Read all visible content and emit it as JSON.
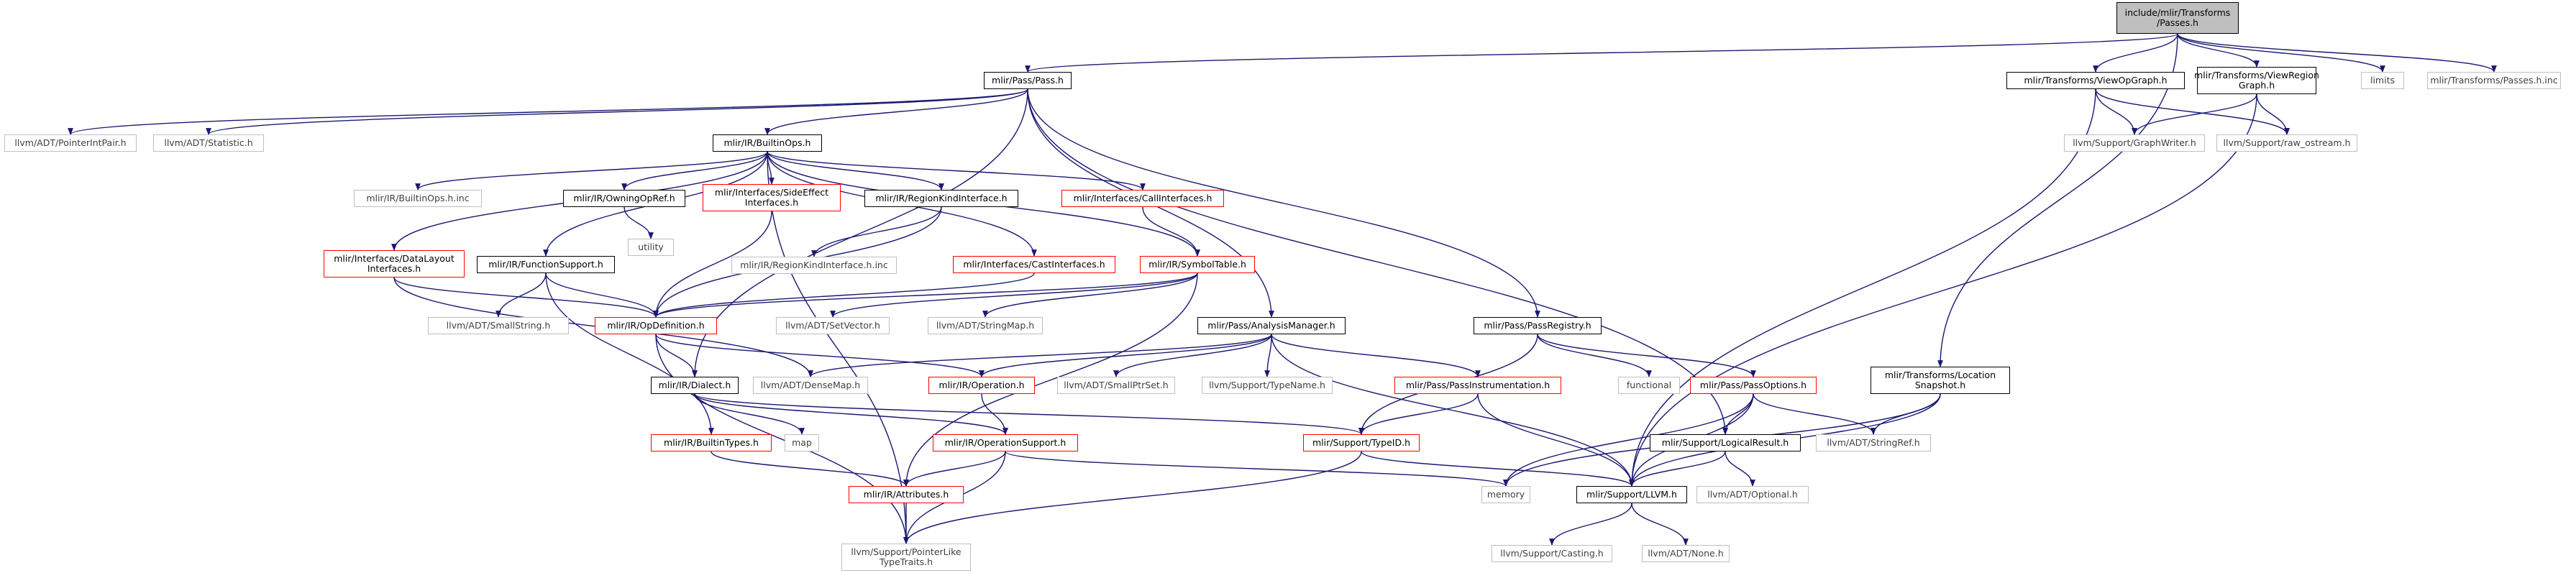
{
  "colors": {
    "edge": "#191970",
    "edge_gray": "#a0a0a0",
    "red_border": "#ff0000",
    "gray_border": "#bfbfbf",
    "root_fill": "#bfbfbf"
  },
  "nodes": [
    {
      "id": "passes_h",
      "label": "include/mlir/Transforms\n/Passes.h",
      "style": "root"
    },
    {
      "id": "pass_h",
      "label": "mlir/Pass/Pass.h",
      "style": "black"
    },
    {
      "id": "viewopgraph",
      "label": "mlir/Transforms/ViewOpGraph.h",
      "style": "black"
    },
    {
      "id": "viewregiongraph",
      "label": "mlir/Transforms/ViewRegion\nGraph.h",
      "style": "black"
    },
    {
      "id": "limits",
      "label": "limits",
      "style": "gray"
    },
    {
      "id": "passes_inc",
      "label": "mlir/Transforms/Passes.h.inc",
      "style": "gray"
    },
    {
      "id": "pointerintpair",
      "label": "llvm/ADT/PointerIntPair.h",
      "style": "gray"
    },
    {
      "id": "statistic",
      "label": "llvm/ADT/Statistic.h",
      "style": "gray"
    },
    {
      "id": "builtinops",
      "label": "mlir/IR/BuiltinOps.h",
      "style": "black"
    },
    {
      "id": "graphwriter",
      "label": "llvm/Support/GraphWriter.h",
      "style": "gray"
    },
    {
      "id": "raw_ostream",
      "label": "llvm/Support/raw_ostream.h",
      "style": "gray"
    },
    {
      "id": "builtinops_inc",
      "label": "mlir/IR/BuiltinOps.h.inc",
      "style": "gray"
    },
    {
      "id": "owningopref",
      "label": "mlir/IR/OwningOpRef.h",
      "style": "black"
    },
    {
      "id": "sideeffect",
      "label": "mlir/Interfaces/SideEffect\nInterfaces.h",
      "style": "red"
    },
    {
      "id": "regionkind",
      "label": "mlir/IR/RegionKindInterface.h",
      "style": "black"
    },
    {
      "id": "callinterfaces",
      "label": "mlir/Interfaces/CallInterfaces.h",
      "style": "red"
    },
    {
      "id": "utility",
      "label": "utility",
      "style": "gray"
    },
    {
      "id": "regionkind_inc",
      "label": "mlir/IR/RegionKindInterface.h.inc",
      "style": "gray"
    },
    {
      "id": "datalayout",
      "label": "mlir/Interfaces/DataLayout\nInterfaces.h",
      "style": "red"
    },
    {
      "id": "functionsupport",
      "label": "mlir/IR/FunctionSupport.h",
      "style": "black"
    },
    {
      "id": "castinterfaces",
      "label": "mlir/Interfaces/CastInterfaces.h",
      "style": "red"
    },
    {
      "id": "symboltable",
      "label": "mlir/IR/SymbolTable.h",
      "style": "red"
    },
    {
      "id": "smallstring",
      "label": "llvm/ADT/SmallString.h",
      "style": "gray"
    },
    {
      "id": "opdefinition",
      "label": "mlir/IR/OpDefinition.h",
      "style": "red"
    },
    {
      "id": "setvector",
      "label": "llvm/ADT/SetVector.h",
      "style": "gray"
    },
    {
      "id": "stringmap",
      "label": "llvm/ADT/StringMap.h",
      "style": "gray"
    },
    {
      "id": "analysismanager",
      "label": "mlir/Pass/AnalysisManager.h",
      "style": "black"
    },
    {
      "id": "passregistry",
      "label": "mlir/Pass/PassRegistry.h",
      "style": "black"
    },
    {
      "id": "dialect",
      "label": "mlir/IR/Dialect.h",
      "style": "black"
    },
    {
      "id": "densemap",
      "label": "llvm/ADT/DenseMap.h",
      "style": "gray"
    },
    {
      "id": "operation",
      "label": "mlir/IR/Operation.h",
      "style": "red"
    },
    {
      "id": "smallptrset",
      "label": "llvm/ADT/SmallPtrSet.h",
      "style": "gray"
    },
    {
      "id": "typename",
      "label": "llvm/Support/TypeName.h",
      "style": "gray"
    },
    {
      "id": "passinstrumentation",
      "label": "mlir/Pass/PassInstrumentation.h",
      "style": "red"
    },
    {
      "id": "functional",
      "label": "functional",
      "style": "gray"
    },
    {
      "id": "passoptions",
      "label": "mlir/Pass/PassOptions.h",
      "style": "red"
    },
    {
      "id": "locationsnapshot",
      "label": "mlir/Transforms/Location\nSnapshot.h",
      "style": "black"
    },
    {
      "id": "map",
      "label": "map",
      "style": "gray"
    },
    {
      "id": "builtintypes",
      "label": "mlir/IR/BuiltinTypes.h",
      "style": "red"
    },
    {
      "id": "operationsupport",
      "label": "mlir/IR/OperationSupport.h",
      "style": "red"
    },
    {
      "id": "typeid",
      "label": "mlir/Support/TypeID.h",
      "style": "red"
    },
    {
      "id": "logicalresult",
      "label": "mlir/Support/LogicalResult.h",
      "style": "black"
    },
    {
      "id": "stringref",
      "label": "llvm/ADT/StringRef.h",
      "style": "gray"
    },
    {
      "id": "attributes",
      "label": "mlir/IR/Attributes.h",
      "style": "red"
    },
    {
      "id": "memory",
      "label": "memory",
      "style": "gray"
    },
    {
      "id": "llvm_h",
      "label": "mlir/Support/LLVM.h",
      "style": "black"
    },
    {
      "id": "optional",
      "label": "llvm/ADT/Optional.h",
      "style": "gray"
    },
    {
      "id": "pointerlike",
      "label": "llvm/Support/PointerLike\nTypeTraits.h",
      "style": "gray"
    },
    {
      "id": "casting",
      "label": "llvm/Support/Casting.h",
      "style": "gray"
    },
    {
      "id": "none",
      "label": "llvm/ADT/None.h",
      "style": "gray"
    }
  ],
  "edges": [
    [
      "passes_h",
      "pass_h"
    ],
    [
      "passes_h",
      "viewopgraph"
    ],
    [
      "passes_h",
      "viewregiongraph"
    ],
    [
      "passes_h",
      "limits"
    ],
    [
      "passes_h",
      "passes_inc"
    ],
    [
      "passes_h",
      "locationsnapshot"
    ],
    [
      "pass_h",
      "pointerintpair"
    ],
    [
      "pass_h",
      "statistic"
    ],
    [
      "pass_h",
      "builtinops"
    ],
    [
      "pass_h",
      "dialect"
    ],
    [
      "pass_h",
      "analysismanager"
    ],
    [
      "pass_h",
      "passregistry"
    ],
    [
      "pass_h",
      "logicalresult"
    ],
    [
      "viewopgraph",
      "graphwriter"
    ],
    [
      "viewopgraph",
      "raw_ostream"
    ],
    [
      "viewopgraph",
      "llvm_h"
    ],
    [
      "viewregiongraph",
      "graphwriter"
    ],
    [
      "viewregiongraph",
      "raw_ostream"
    ],
    [
      "viewregiongraph",
      "llvm_h"
    ],
    [
      "builtinops",
      "builtinops_inc"
    ],
    [
      "builtinops",
      "owningopref"
    ],
    [
      "builtinops",
      "sideeffect"
    ],
    [
      "builtinops",
      "regionkind"
    ],
    [
      "builtinops",
      "callinterfaces"
    ],
    [
      "builtinops",
      "datalayout"
    ],
    [
      "builtinops",
      "functionsupport"
    ],
    [
      "builtinops",
      "castinterfaces"
    ],
    [
      "builtinops",
      "symboltable"
    ],
    [
      "builtinops",
      "pointerlike"
    ],
    [
      "owningopref",
      "utility"
    ],
    [
      "sideeffect",
      "opdefinition"
    ],
    [
      "regionkind",
      "regionkind_inc"
    ],
    [
      "regionkind",
      "opdefinition"
    ],
    [
      "callinterfaces",
      "symboltable"
    ],
    [
      "datalayout",
      "opdefinition"
    ],
    [
      "datalayout",
      "densemap"
    ],
    [
      "functionsupport",
      "smallstring"
    ],
    [
      "functionsupport",
      "opdefinition"
    ],
    [
      "functionsupport",
      "builtintypes"
    ],
    [
      "castinterfaces",
      "opdefinition"
    ],
    [
      "symboltable",
      "opdefinition"
    ],
    [
      "symboltable",
      "setvector"
    ],
    [
      "symboltable",
      "stringmap"
    ],
    [
      "symboltable",
      "attributes"
    ],
    [
      "opdefinition",
      "dialect"
    ],
    [
      "opdefinition",
      "operation"
    ],
    [
      "opdefinition",
      "pointerlike"
    ],
    [
      "analysismanager",
      "densemap"
    ],
    [
      "analysismanager",
      "operation"
    ],
    [
      "analysismanager",
      "smallptrset"
    ],
    [
      "analysismanager",
      "typename"
    ],
    [
      "analysismanager",
      "passinstrumentation"
    ],
    [
      "analysismanager",
      "llvm_h"
    ],
    [
      "passregistry",
      "functional"
    ],
    [
      "passregistry",
      "passoptions"
    ],
    [
      "passregistry",
      "typeid"
    ],
    [
      "dialect",
      "map"
    ],
    [
      "dialect",
      "operationsupport"
    ],
    [
      "dialect",
      "typeid"
    ],
    [
      "operation",
      "operationsupport"
    ],
    [
      "passinstrumentation",
      "typeid"
    ],
    [
      "passinstrumentation",
      "llvm_h"
    ],
    [
      "passoptions",
      "memory"
    ],
    [
      "passoptions",
      "logicalresult"
    ],
    [
      "passoptions",
      "stringref"
    ],
    [
      "passoptions",
      "llvm_h"
    ],
    [
      "locationsnapshot",
      "stringref"
    ],
    [
      "locationsnapshot",
      "memory"
    ],
    [
      "locationsnapshot",
      "llvm_h"
    ],
    [
      "builtintypes",
      "attributes"
    ],
    [
      "operationsupport",
      "attributes"
    ],
    [
      "operationsupport",
      "memory"
    ],
    [
      "operationsupport",
      "pointerlike"
    ],
    [
      "typeid",
      "llvm_h"
    ],
    [
      "typeid",
      "pointerlike"
    ],
    [
      "logicalresult",
      "llvm_h"
    ],
    [
      "logicalresult",
      "optional"
    ],
    [
      "attributes",
      "pointerlike"
    ],
    [
      "llvm_h",
      "casting"
    ],
    [
      "llvm_h",
      "none"
    ]
  ]
}
